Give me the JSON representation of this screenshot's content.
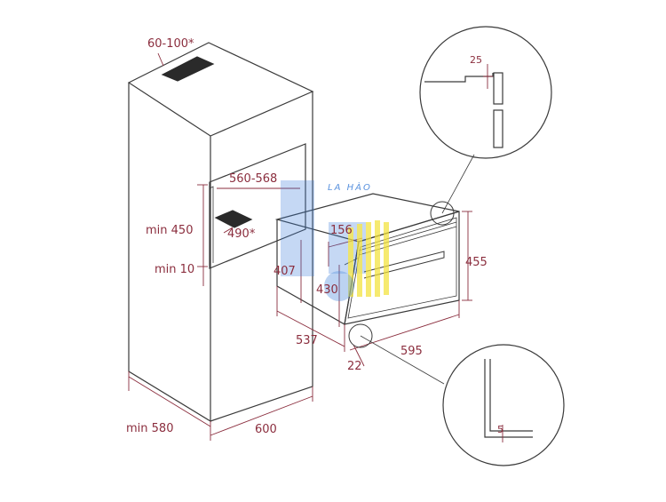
{
  "colors": {
    "outline": "#3a3a3a",
    "dimension": "#8b2e3e",
    "watermark_blue": "#3d7fd9",
    "watermark_yellow": "#f2e23a"
  },
  "dimensions": {
    "vent": "60-100*",
    "niche_width": "560-568",
    "niche_height": "min 450",
    "gap": "min 10",
    "niche_depth": "490*",
    "cabinet_depth": "min 580",
    "cabinet_width": "600",
    "oven_inner": "156",
    "oven_body_height": "407",
    "oven_front_height": "430",
    "oven_height": "455",
    "oven_depth": "537",
    "front_offset": "22",
    "oven_width": "595",
    "detail_top": "25",
    "detail_bottom": "5"
  },
  "watermark": {
    "text": "LA HÀO",
    "icon": "lamp-logo-icon"
  }
}
